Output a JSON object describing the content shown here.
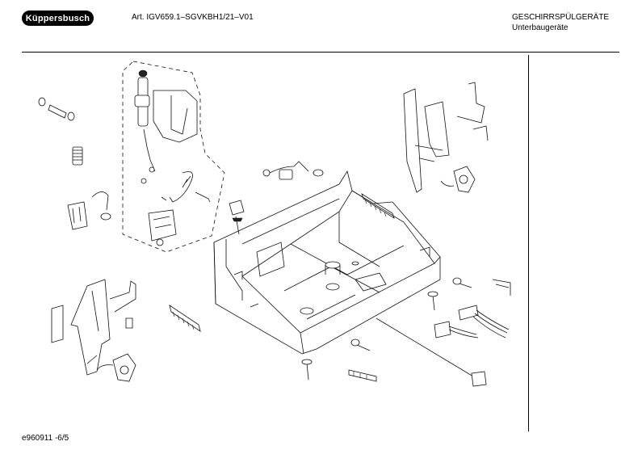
{
  "header": {
    "brand_logo": "Küppersbusch",
    "article": "Art. IGV659.1–SGVKBH1/21–V01",
    "category": "GESCHIRRSPÜLGERÄTE",
    "subcategory": "Unterbaugeräte"
  },
  "footer": {
    "doc_ref": "e960911 -6/5"
  },
  "diagram": {
    "type": "exploded-parts-drawing",
    "line_color": "#111111",
    "background": "#ffffff"
  }
}
